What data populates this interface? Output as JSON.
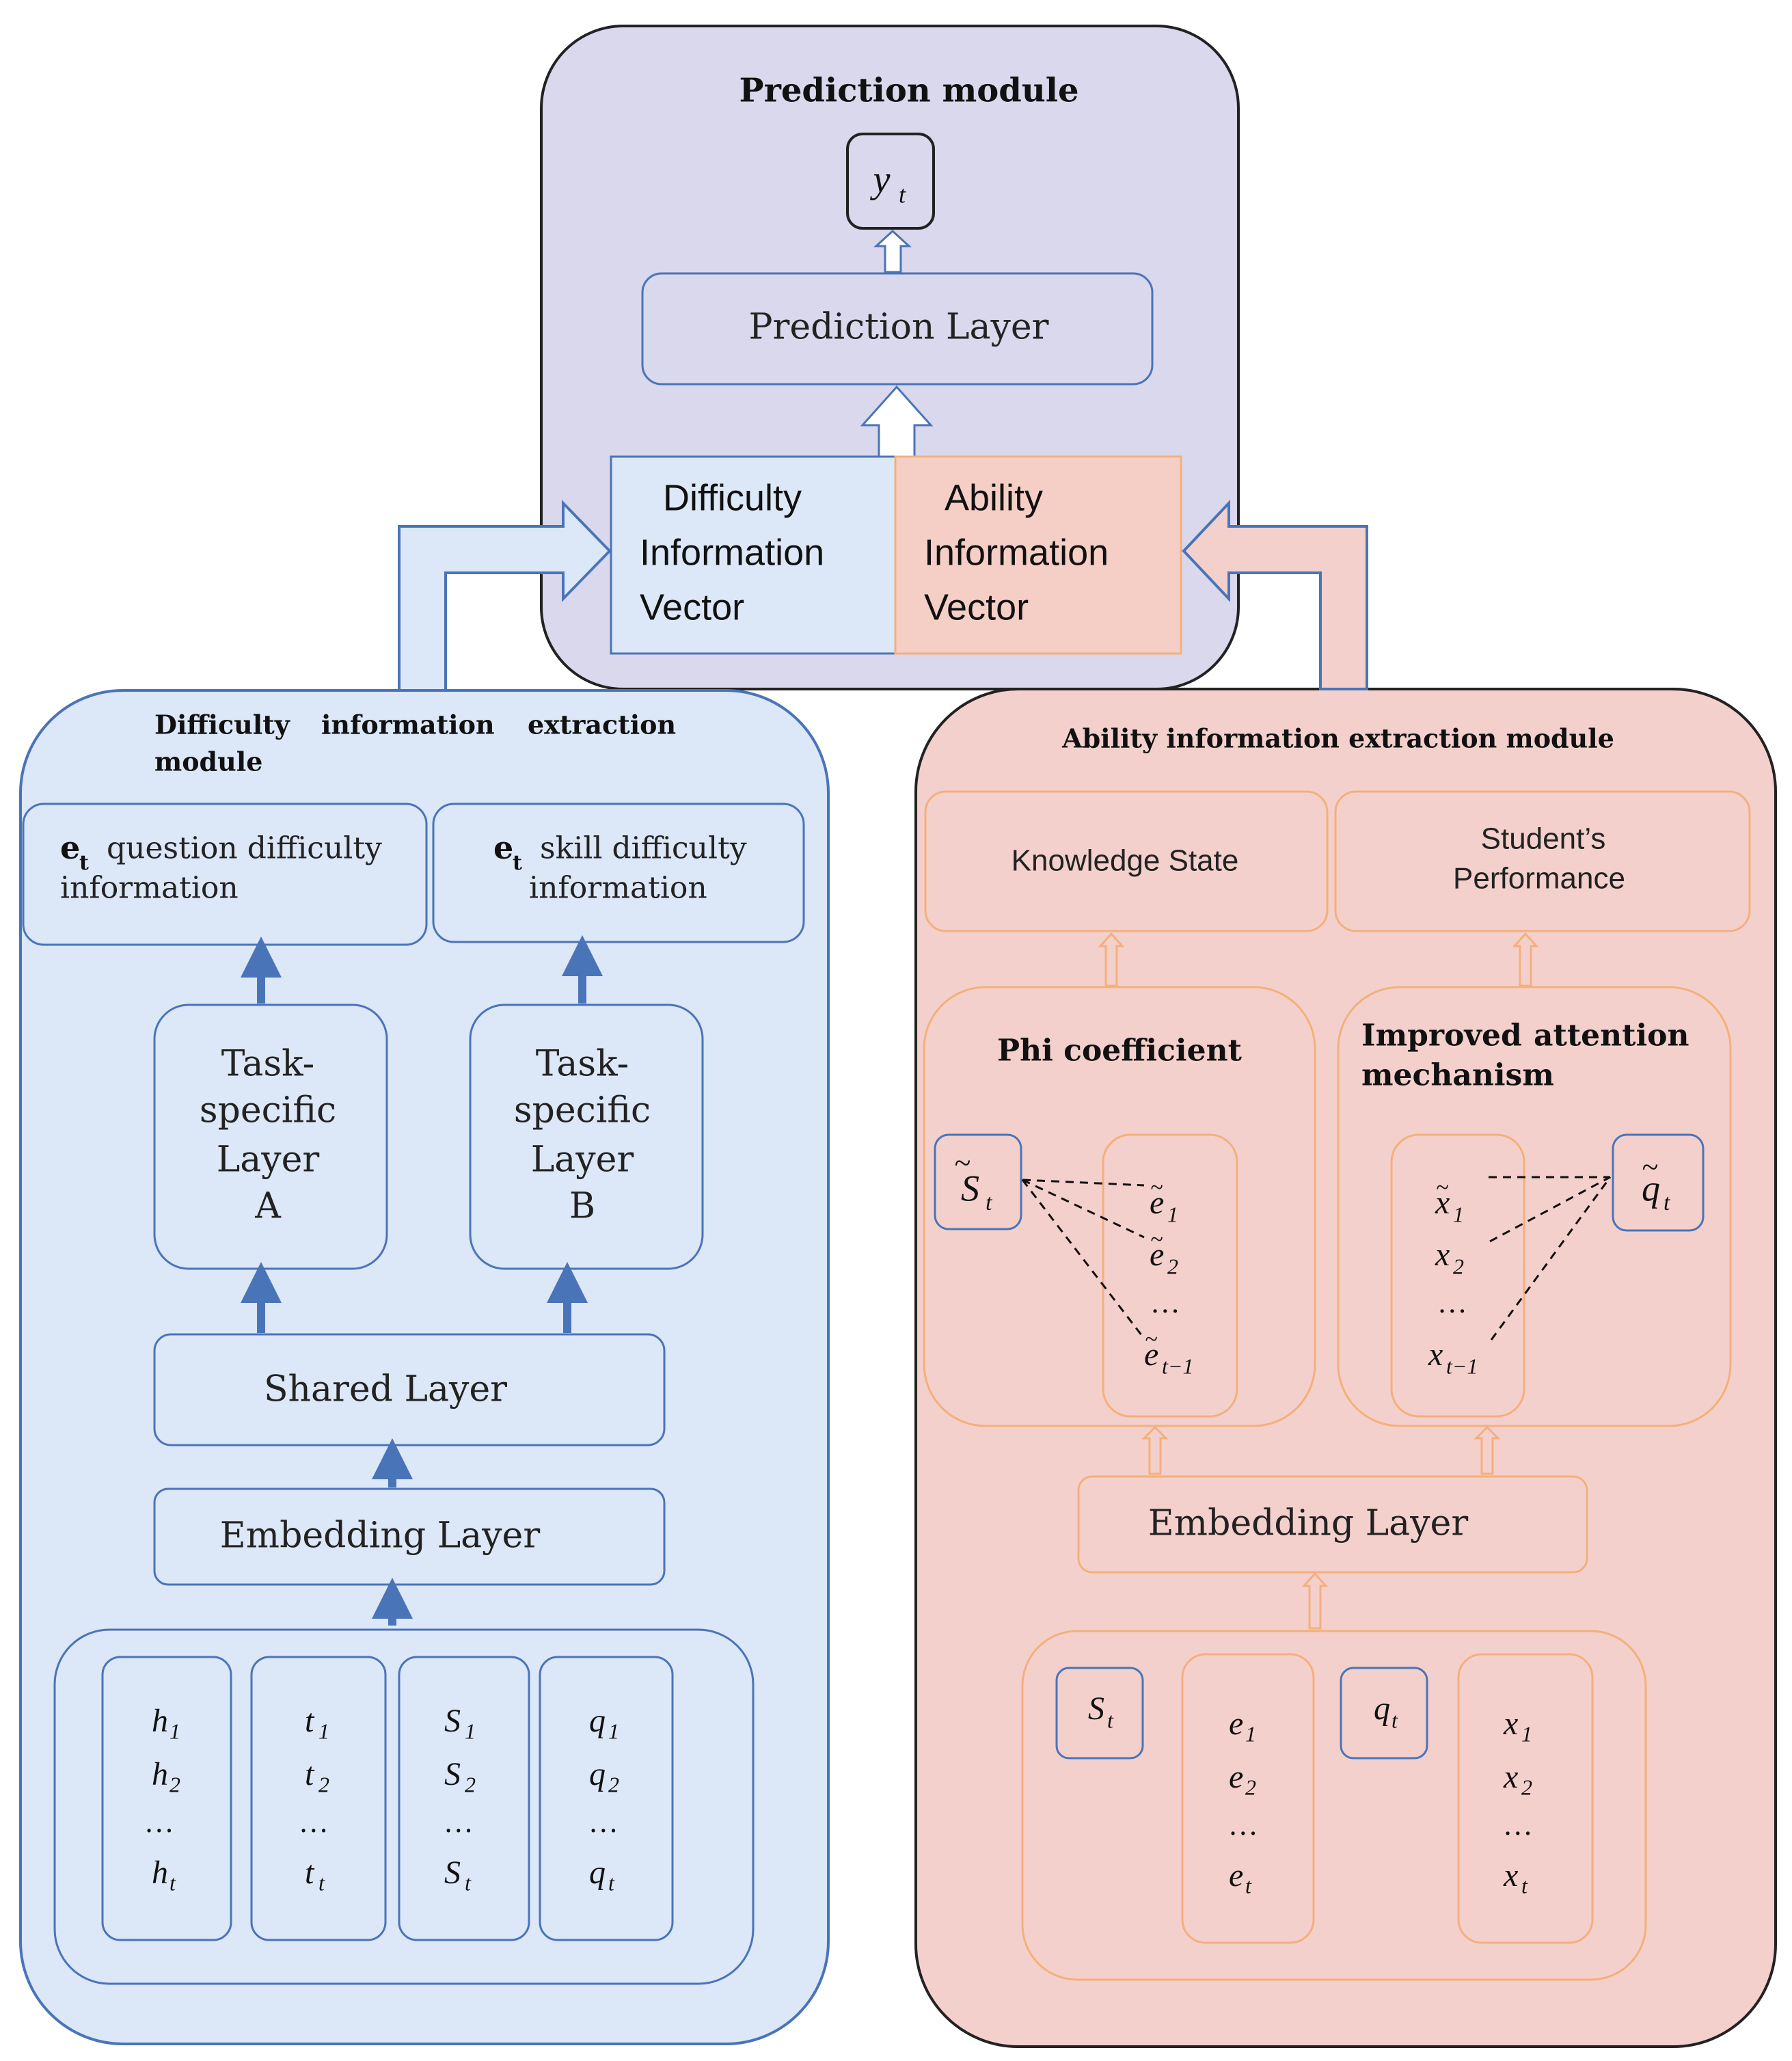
{
  "prediction_module": {
    "title": "Prediction module",
    "output": {
      "symbol": "y",
      "subscript": "t"
    },
    "layer": "Prediction Layer",
    "difficulty_vector": [
      "Difficulty",
      "Information",
      "Vector"
    ],
    "ability_vector": [
      "Ability",
      "Information",
      "Vector"
    ]
  },
  "difficulty_module": {
    "title_words": [
      "Difficulty",
      "information",
      "extraction"
    ],
    "title_line2": "module",
    "question_box": {
      "bold": "e",
      "sub": "t",
      "line1": "question difficulty",
      "line2": "information"
    },
    "skill_box": {
      "bold": "e",
      "sub": "t",
      "line1": "skill difficulty",
      "line2": "information"
    },
    "task_a": [
      "Task-",
      "specific",
      "Layer",
      "A"
    ],
    "task_b": [
      "Task-",
      "specific",
      "Layer",
      "B"
    ],
    "shared_layer": "Shared Layer",
    "embedding_layer": "Embedding Layer",
    "inputs": [
      {
        "symbol": "h",
        "subs": [
          "1",
          "2",
          "t"
        ]
      },
      {
        "symbol": "t",
        "subs": [
          "1",
          "2",
          "t"
        ]
      },
      {
        "symbol": "S",
        "subs": [
          "1",
          "2",
          "t"
        ]
      },
      {
        "symbol": "q",
        "subs": [
          "1",
          "2",
          "t"
        ]
      }
    ]
  },
  "ability_module": {
    "title": "Ability information extraction module",
    "knowledge_state": "Knowledge State",
    "performance": [
      "Student’s",
      "Performance"
    ],
    "phi_title": "Phi coefficient",
    "attention_title": [
      "Improved",
      "attention",
      "mechanism"
    ],
    "phi_target": {
      "symbol": "S",
      "subscript": "t"
    },
    "phi_items": [
      {
        "symbol": "e",
        "sub": "1"
      },
      {
        "symbol": "e",
        "sub": "2"
      },
      {
        "symbol": "e",
        "sub": "t−1"
      }
    ],
    "attn_target": {
      "symbol": "q",
      "subscript": "t"
    },
    "attn_items": [
      {
        "symbol": "x",
        "sub": "1"
      },
      {
        "symbol": "x",
        "sub": "2"
      },
      {
        "symbol": "x",
        "sub": "t−1"
      }
    ],
    "embedding_layer": "Embedding Layer",
    "inputs": {
      "s": {
        "symbol": "S",
        "subscript": "t"
      },
      "e": {
        "symbol": "e",
        "subs": [
          "1",
          "2",
          "t"
        ]
      },
      "q": {
        "symbol": "q",
        "subscript": "t"
      },
      "x": {
        "symbol": "x",
        "subs": [
          "1",
          "2",
          "t"
        ]
      }
    }
  },
  "ellipsis": "…",
  "colors": {
    "prediction_fill": "#d9d8ec",
    "difficulty_fill": "#dce7f7",
    "ability_fill": "#f4d0cc",
    "blue_stroke": "#4a74b8",
    "orange_stroke": "#f3b07c",
    "ability_vector_fill": "#f5cfc6"
  }
}
